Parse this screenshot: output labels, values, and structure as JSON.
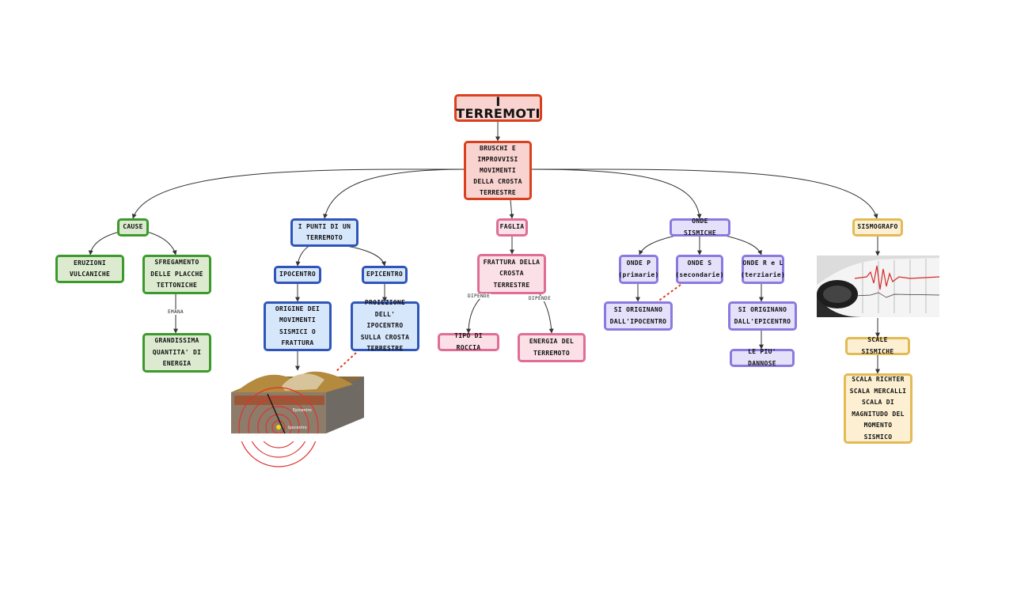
{
  "nodes": {
    "title": "I TERREMOTI",
    "definition": "BRUSCHI E IMPROVVISI MOVIMENTI DELLA CROSTA TERRESTRE",
    "cause": "CAUSE",
    "eruzioni": "ERUZIONI VULCANICHE",
    "sfregamento": "SFREGAMENTO DELLE PLACCHE TETTONICHE",
    "energia_grande": "GRANDISSIMA QUANTITA' DI ENERGIA",
    "punti": "I PUNTI DI UN TERREMOTO",
    "ipocentro": "IPOCENTRO",
    "epicentro": "EPICENTRO",
    "origine": "ORIGINE DEI MOVIMENTI SISMICI O FRATTURA",
    "proiezione": "PROIEZIONE DELL' IPOCENTRO SULLA CROSTA TERRESTRE",
    "faglia": "FAGLIA",
    "frattura": "FRATTURA DELLA CROSTA TERRESTRE",
    "roccia": "TIPO DI ROCCIA",
    "energia_terremoto": "ENERGIA DEL TERREMOTO",
    "onde": "ONDE SISMICHE",
    "onde_p": "ONDE P (primarie)",
    "onde_s": "ONDE S (secondarie)",
    "onde_rl": "ONDE R e L (terziarie)",
    "ipocentro_origin": "SI ORIGINANO DALL'IPOCENTRO",
    "epicentro_origin": "SI ORIGINANO DALL'EPICENTRO",
    "dannose": "LE PIU' DANNOSE",
    "sismografo": "SISMOGRAFO",
    "scale": "SCALE SISMICHE",
    "scale_list": "SCALA RICHTER SCALA MERCALLI SCALA DI MAGNITUDO DEL MOMENTO SISMICO"
  },
  "edge_labels": {
    "emana": "EMANA",
    "dipende_1": "DIPENDE",
    "dipende_2": "DIPENDE"
  },
  "images": {
    "crust_icon": "earthquake-crust-cross-section",
    "seismograph_icon": "seismograph-machine"
  },
  "colors": {
    "red": "#d9401f",
    "green": "#3c9a2c",
    "blue": "#2f55b8",
    "pink": "#e06d96",
    "purple": "#8a7ae0",
    "yellow": "#e2bb56"
  }
}
